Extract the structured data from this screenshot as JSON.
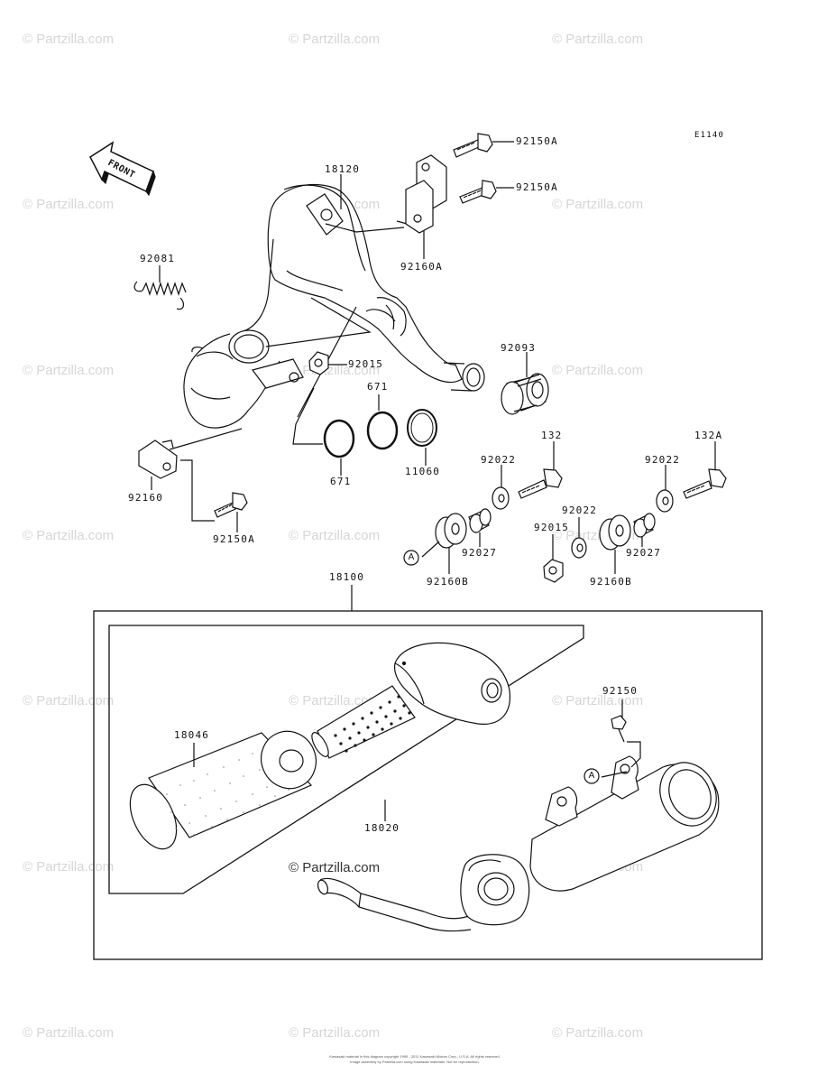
{
  "diagram_code": "E1140",
  "front_label": "FRONT",
  "parts": {
    "p18120": "18120",
    "p92150A_1": "92150A",
    "p92150A_2": "92150A",
    "p92160A": "92160A",
    "p92081": "92081",
    "p92093": "92093",
    "p92015_1": "92015",
    "p671_1": "671",
    "p671_2": "671",
    "p11060": "11060",
    "p92160": "92160",
    "p92150A_3": "92150A",
    "p92022_1": "92022",
    "p132": "132",
    "p132A": "132A",
    "p92022_2": "92022",
    "p92022_3": "92022",
    "p92015_2": "92015",
    "p92027_1": "92027",
    "p92027_2": "92027",
    "p92160B_1": "92160B",
    "p92160B_2": "92160B",
    "p18100": "18100",
    "p92150": "92150",
    "p18046": "18046",
    "p18020": "18020"
  },
  "ref_marker": "A",
  "copyright": "© Partzilla.com",
  "watermark": "© Partzilla.com",
  "footer_line1": "Kawasaki material in this diagram copyright 1995 - 2011 Kawasaki Motors Corp., U.S.A. All rights reserved.",
  "footer_line2": "Image assembly by Partzilla.com using Kawasaki materials. Not for reproduction."
}
